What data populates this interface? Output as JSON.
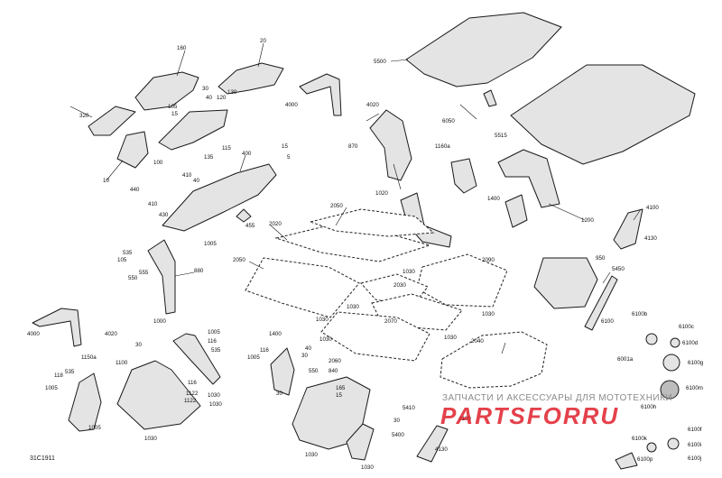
{
  "diagram_ref": "31C1911",
  "watermark": {
    "caption": "ЗАПЧАСТИ И АКСЕССУАРЫ ДЛЯ МОТОТЕХНИКИ",
    "logo_text": "PARTSFORRU"
  },
  "callouts": [
    "160",
    "20",
    "30",
    "40",
    "105",
    "15",
    "320",
    "130",
    "120",
    "115",
    "100",
    "135",
    "10",
    "440",
    "4000",
    "4020",
    "15",
    "5",
    "870",
    "1160a",
    "5500",
    "6050",
    "5515",
    "400",
    "410",
    "40",
    "430",
    "410",
    "1005",
    "455",
    "2050",
    "1020",
    "1400",
    "1200",
    "2020",
    "4100",
    "4130",
    "535",
    "105",
    "555",
    "550",
    "880",
    "2050",
    "1030",
    "2090",
    "950",
    "5450",
    "2030",
    "1030",
    "1030",
    "2070",
    "1030",
    "6100",
    "6100b",
    "6100c",
    "6100d",
    "6100g",
    "6001a",
    "6100h",
    "6100m",
    "6100f",
    "6100i",
    "6100j",
    "6100k",
    "6100p",
    "4000",
    "4020",
    "1000",
    "1005",
    "116",
    "535",
    "1150a",
    "1100",
    "116",
    "118",
    "535",
    "1005",
    "1122",
    "1030",
    "1030",
    "1030",
    "1400",
    "116",
    "1005",
    "40",
    "30",
    "550",
    "840",
    "165",
    "15",
    "2060",
    "2040",
    "5410",
    "30",
    "5400",
    "4130",
    "4100",
    "1030",
    "1030",
    "1122",
    "1005",
    "30",
    "30",
    "1030",
    "1030"
  ],
  "colors": {
    "line": "#1a1a1a",
    "part_fill": "#e4e4e4",
    "logo_red": "#e0202c",
    "caption_grey": "#8a8a8a"
  }
}
